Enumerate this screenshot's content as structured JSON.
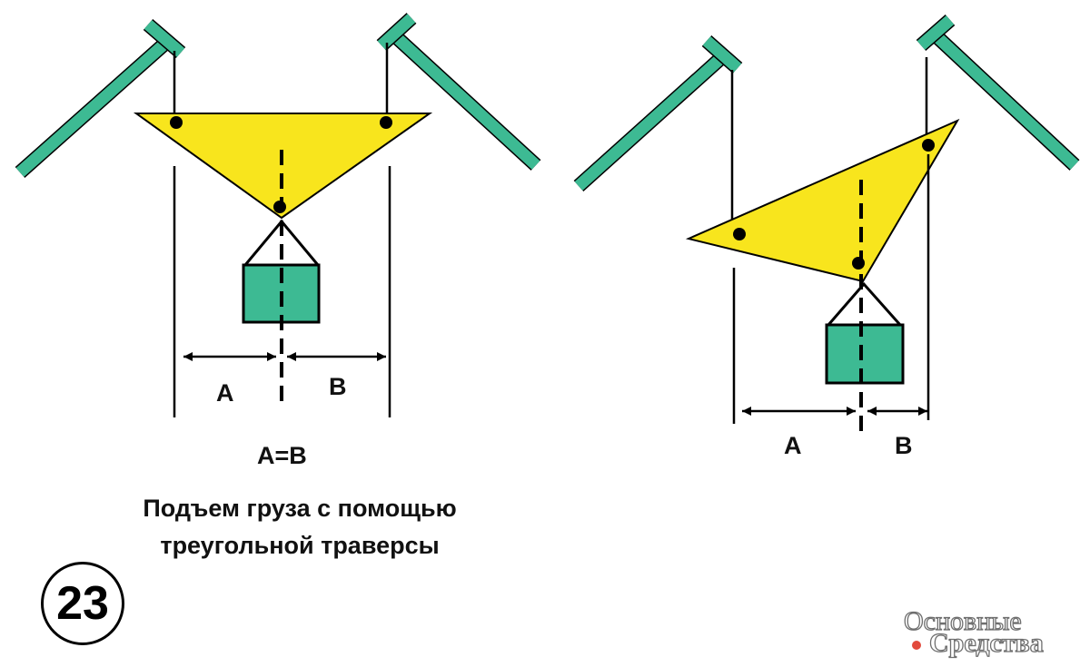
{
  "colors": {
    "beam": "#3dba93",
    "traverse": "#f8e51d",
    "load": "#3dba93",
    "stroke": "#000000"
  },
  "left_diagram": {
    "label_a": "A",
    "label_b": "B",
    "equation": "A=B"
  },
  "right_diagram": {
    "label_a": "A",
    "label_b": "B"
  },
  "caption": {
    "line1": "Подъем груза с помощью",
    "line2": "треугольной траверсы"
  },
  "badge": "23",
  "logo": {
    "line1": "Основные",
    "line2": "Средства"
  }
}
